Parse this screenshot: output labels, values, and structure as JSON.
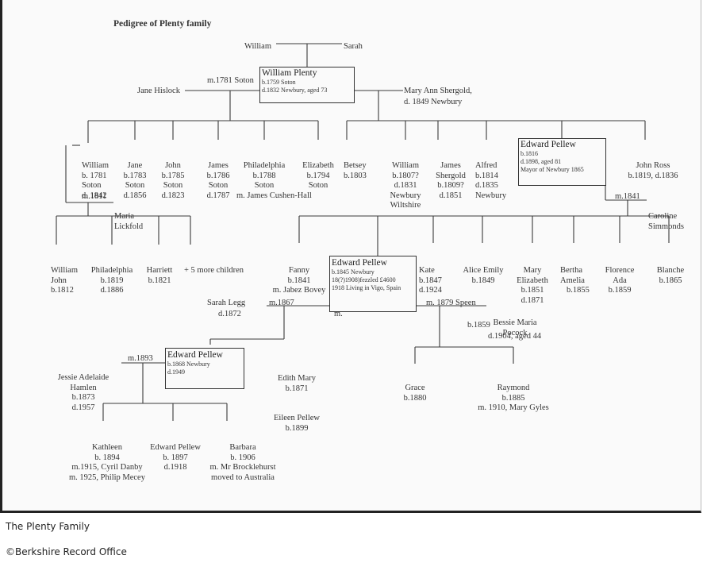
{
  "title": "Pedigree of Plenty family",
  "gen0": {
    "father": "William",
    "mother": "Sarah"
  },
  "william_plenty": {
    "name": "William Plenty",
    "born": "b.1759 Soton",
    "died": "d.1832 Newbury, aged 73"
  },
  "wife1": {
    "marriage": "m.1781 Soton",
    "name": "Jane Hislock"
  },
  "wife2": {
    "name": "Mary Ann Shergold,",
    "died": "d. 1849 Newbury"
  },
  "children1": [
    {
      "lines": [
        "William",
        "b. 1781",
        "Soton",
        "d. 1842"
      ]
    },
    {
      "lines": [
        "Jane",
        "b.1783",
        "Soton",
        "d.1856"
      ]
    },
    {
      "lines": [
        "John",
        "b.1785",
        "Soton",
        "d.1823"
      ]
    },
    {
      "lines": [
        "James",
        "b.1786",
        "Soton",
        "d.1787"
      ]
    },
    {
      "lines": [
        "Philadelphia",
        "b.1788",
        "Soton",
        "m. James Cushen-Hall"
      ]
    },
    {
      "lines": [
        "Elizabeth",
        "b.1794",
        "Soton"
      ]
    }
  ],
  "children2": [
    {
      "lines": [
        "Betsey",
        "b.1803"
      ]
    },
    {
      "lines": [
        "William",
        "b.1807?",
        "d.1831",
        "Newbury",
        "Wiltshire"
      ]
    },
    {
      "lines": [
        "James",
        "Shergold",
        "b.1809?",
        "d.1851"
      ]
    },
    {
      "lines": [
        "Alfred",
        "b.1814",
        "d.1835",
        "Newbury"
      ]
    },
    {
      "lines": [
        "John Ross",
        "b.1819, d.1836"
      ]
    }
  ],
  "edward1": {
    "name": "Edward Pellew",
    "born": "b.1816",
    "died": "d.1898, aged 81",
    "note": "Mayor of Newbury 1865"
  },
  "william_marriage": {
    "marriage": "m.1811",
    "wife": [
      "Maria",
      "Lickfold"
    ]
  },
  "william_children": [
    {
      "lines": [
        "William",
        "John",
        "b.1812"
      ]
    },
    {
      "lines": [
        "Philadelphia",
        "b.1819",
        "d.1886"
      ]
    },
    {
      "lines": [
        "Harriett",
        "b.1821"
      ]
    },
    {
      "lines": [
        "+ 5 more children"
      ]
    }
  ],
  "edward1_marriage": {
    "marriage": "m.1841",
    "wife": [
      "Caroline",
      "Simmonds"
    ]
  },
  "edward1_children": [
    {
      "lines": [
        "Fanny",
        "b.1841",
        "m. Jabez Bovey"
      ]
    },
    {
      "lines": [
        "Kate",
        "b.1847",
        "d.1924"
      ]
    },
    {
      "lines": [
        "Alice Emily",
        "b.1849"
      ]
    },
    {
      "lines": [
        "Mary",
        "Elizabeth",
        "b.1851",
        "d.1871"
      ]
    },
    {
      "lines": [
        "Bertha",
        "Amelia",
        "b.1855"
      ]
    },
    {
      "lines": [
        "Florence",
        "Ada",
        "b.1859"
      ]
    },
    {
      "lines": [
        "Blanche",
        "b.1865"
      ]
    }
  ],
  "edward2": {
    "name": "Edward Pellew",
    "born": "b.1845 Newbury",
    "note1": "18(?)1908)fezzled £4600",
    "note2": "1918 Living in Vigo, Spain"
  },
  "edward2_wife1": {
    "name": "Sarah Legg",
    "died": "d.1872",
    "marriage": "m.1867"
  },
  "edward2_wife2": {
    "marriage": "m. 1879 Speen",
    "name": [
      "Bessie Maria",
      "Pocock"
    ],
    "born": "b.1859",
    "died": "d.1904, aged 44",
    "stray": "m."
  },
  "edward3": {
    "name": "Edward Pellew",
    "born": "b.1868 Newbury",
    "died": "d.1949"
  },
  "edward3_wife": {
    "lines": [
      "Jessie Adelaide",
      "Hamlen",
      "b.1873",
      "d.1957"
    ],
    "marriage": "m.1893"
  },
  "edith": {
    "lines": [
      "Edith Mary",
      "b.1871"
    ]
  },
  "eileen": {
    "lines": [
      "Eileen Pellew",
      "b.1899"
    ]
  },
  "edward3_children": [
    {
      "lines": [
        "Kathleen",
        "b. 1894",
        "m.1915, Cyril Danby",
        "m. 1925, Philip Mecey"
      ]
    },
    {
      "lines": [
        "Edward Pellew",
        "b. 1897",
        "d.1918"
      ]
    },
    {
      "lines": [
        "Barbara",
        "b. 1906",
        "m. Mr Brocklehurst",
        "moved to Australia"
      ]
    }
  ],
  "edward2_children2": [
    {
      "lines": [
        "Grace",
        "b.1880"
      ]
    },
    {
      "lines": [
        "Raymond",
        "b.1885",
        "m. 1910, Mary Gyles"
      ]
    }
  ],
  "caption": "The Plenty Family",
  "credit": "©Berkshire Record Office"
}
